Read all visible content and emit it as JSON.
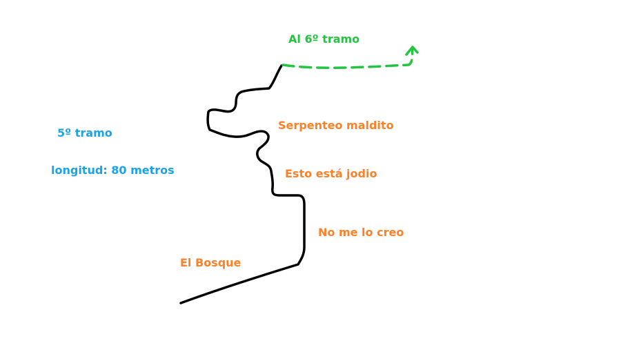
{
  "diagram": {
    "section": {
      "title": "5º tramo",
      "length_label": "longitud: 80 metros",
      "color": "#1aa3e8"
    },
    "next_section": {
      "label": "Al 6º tramo",
      "color": "#22c440"
    },
    "annotations": [
      {
        "text": "Serpenteo maldito",
        "color": "#ff8027"
      },
      {
        "text": "Esto está jodio",
        "color": "#ff8027"
      },
      {
        "text": "No me lo creo",
        "color": "#ff8027"
      },
      {
        "text": "El Bosque",
        "color": "#ff8027"
      }
    ],
    "path_color": "#000000"
  }
}
